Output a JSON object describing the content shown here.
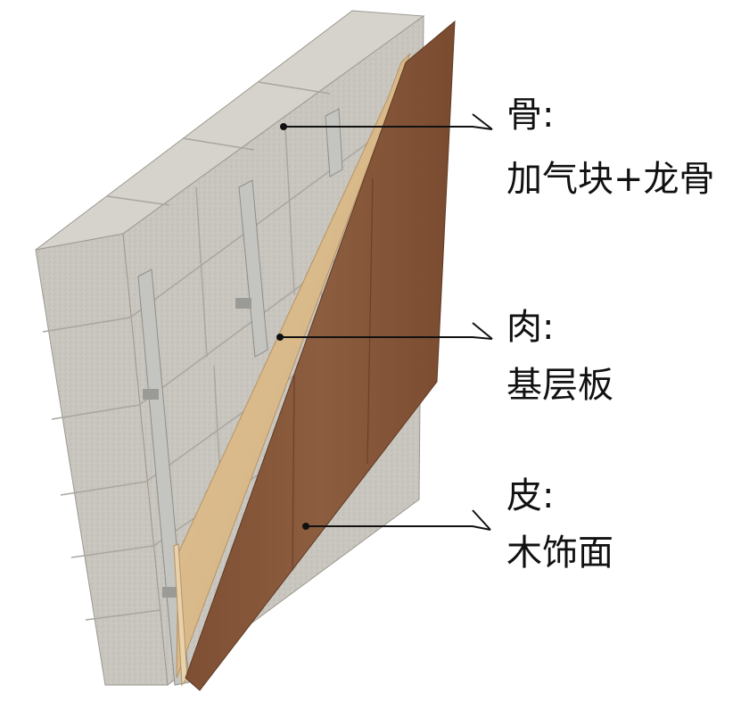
{
  "labels": [
    {
      "id": "bone",
      "title": "骨:",
      "desc": "加气块+龙骨"
    },
    {
      "id": "flesh",
      "title": "肉:",
      "desc": "基层板"
    },
    {
      "id": "skin",
      "title": "皮:",
      "desc": "木饰面"
    }
  ],
  "colors": {
    "block": "#c9c6bf",
    "block_top": "#d8d5ce",
    "block_side": "#bdbab3",
    "mortar": "#a9a69f",
    "keel": "#b8b8b4",
    "base_board": "#d9b98a",
    "veneer": "#8a5a3c",
    "leader": "#111111",
    "text": "#111111"
  }
}
